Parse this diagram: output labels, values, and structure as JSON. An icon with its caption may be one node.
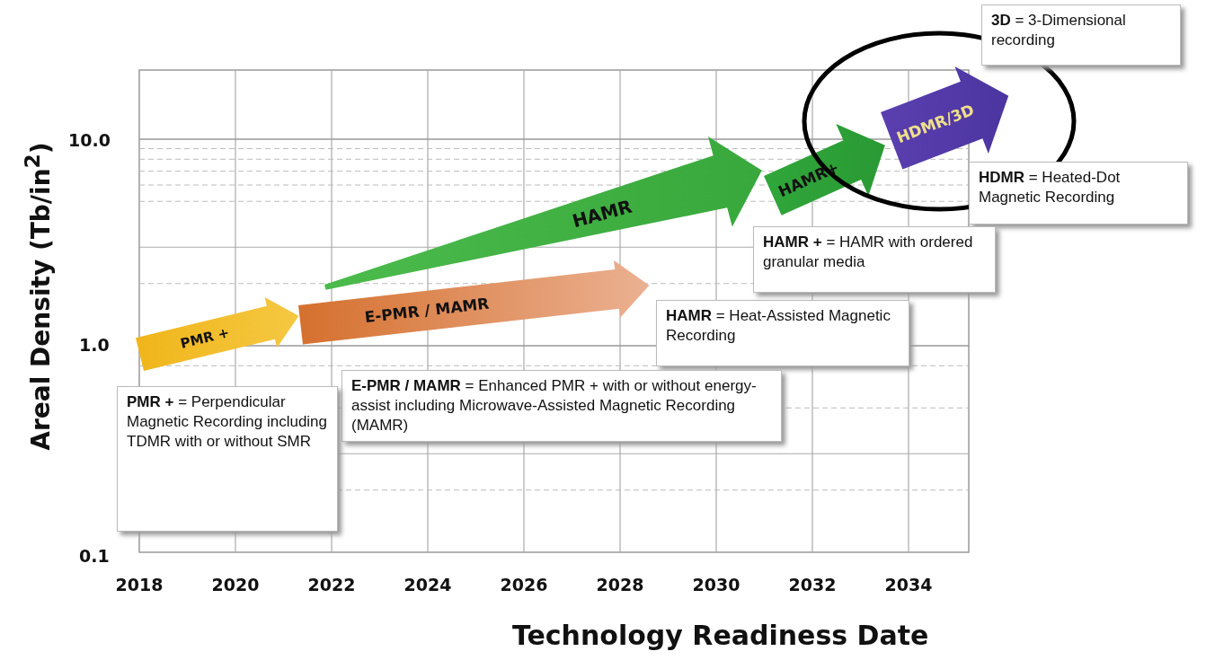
{
  "diagram": {
    "nodes": [
      {
        "text": [
          "PMR +"
        ]
      },
      {
        "text": [
          "E-PMR / MAMR"
        ]
      },
      {
        "text": [
          "HAMR"
        ]
      },
      {
        "text": [
          "HAMR+"
        ]
      },
      {
        "text": [
          "HDMR/3D"
        ]
      },
      {
        "text": [
          "**3D** = 3-Dimensional recording"
        ]
      },
      {
        "text": [
          "**HDMR** = Heated-Dot Magnetic Recording"
        ]
      },
      {
        "text": [
          "**HAMR +** = HAMR with ordered granular media"
        ]
      },
      {
        "text": [
          "**HAMR** = Heat-Assisted Magnetic Recording"
        ]
      },
      {
        "text": [
          "**E-PMR / MAMR** = Enhanced PMR + with or without energy-assist including Microwave-Assisted Magnetic Recording (MAMR)"
        ]
      },
      {
        "text": [
          "**PMR +** = Perpendicular Magnetic Recording including TDMR with or without SMR"
        ]
      }
    ],
    "edges": [],
    "labels": [
      "Areal Density (Tb/in$^{2}$)",
      "10.0",
      "1.0",
      "0.1",
      "2018",
      "2020",
      "2022",
      "2024",
      "2026",
      "2028",
      "2030",
      "2032",
      "2034",
      "Technology Readiness Date"
    ]
  }
}
